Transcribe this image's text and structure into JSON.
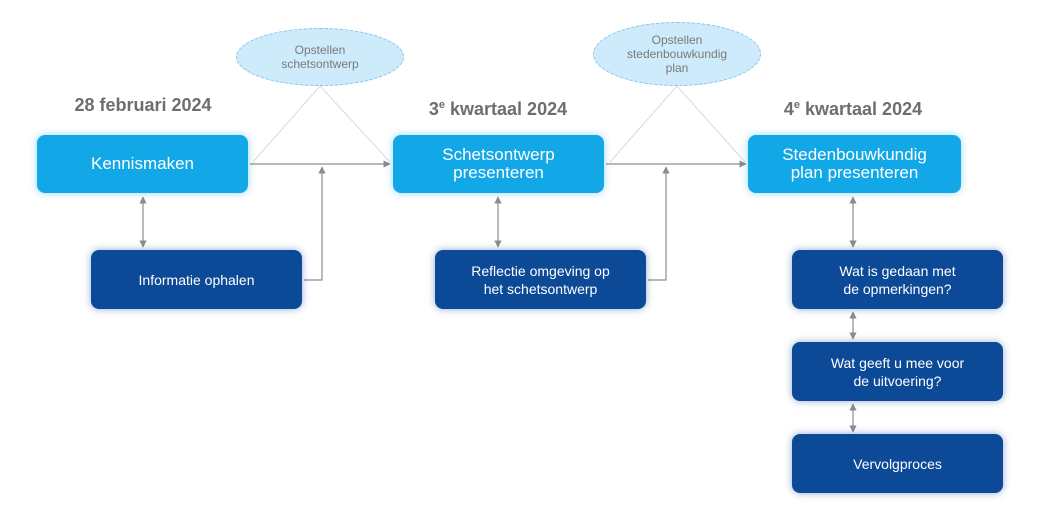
{
  "timeline": [
    {
      "date": "28 februari 2024",
      "ordinal": "",
      "ordinal_sup": "",
      "date_rest": "28 februari 2024"
    },
    {
      "date": "3e kwartaal 2024",
      "ordinal": "3",
      "ordinal_sup": "e",
      "date_rest": " kwartaal 2024"
    },
    {
      "date": "4e kwartaal 2024",
      "ordinal": "4",
      "ordinal_sup": "e",
      "date_rest": " kwartaal 2024"
    }
  ],
  "stages": [
    {
      "label": "Kennismaken"
    },
    {
      "label": "Schetsontwerp\npresenteren"
    },
    {
      "label": "Stedenbouwkundig\nplan presenteren"
    }
  ],
  "bubbles": [
    {
      "label": "Opstellen\nschetsontwerp"
    },
    {
      "label": "Opstellen\nstedenbouwkundig\nplan"
    }
  ],
  "steps": [
    {
      "label": "Informatie ophalen"
    },
    {
      "label": "Reflectie omgeving op\nhet schetsontwerp"
    },
    {
      "label": "Wat is gedaan met\nde opmerkingen?"
    },
    {
      "label": "Wat geeft u mee voor\nde uitvoering?"
    },
    {
      "label": "Vervolgproces"
    }
  ],
  "colors": {
    "stage": "#12a7e6",
    "step": "#0c4a98",
    "bubble_fill": "#cdebfb",
    "bubble_border": "#7fc6ee",
    "date_text": "#6e6e6e",
    "connector": "#8c8c8c"
  }
}
